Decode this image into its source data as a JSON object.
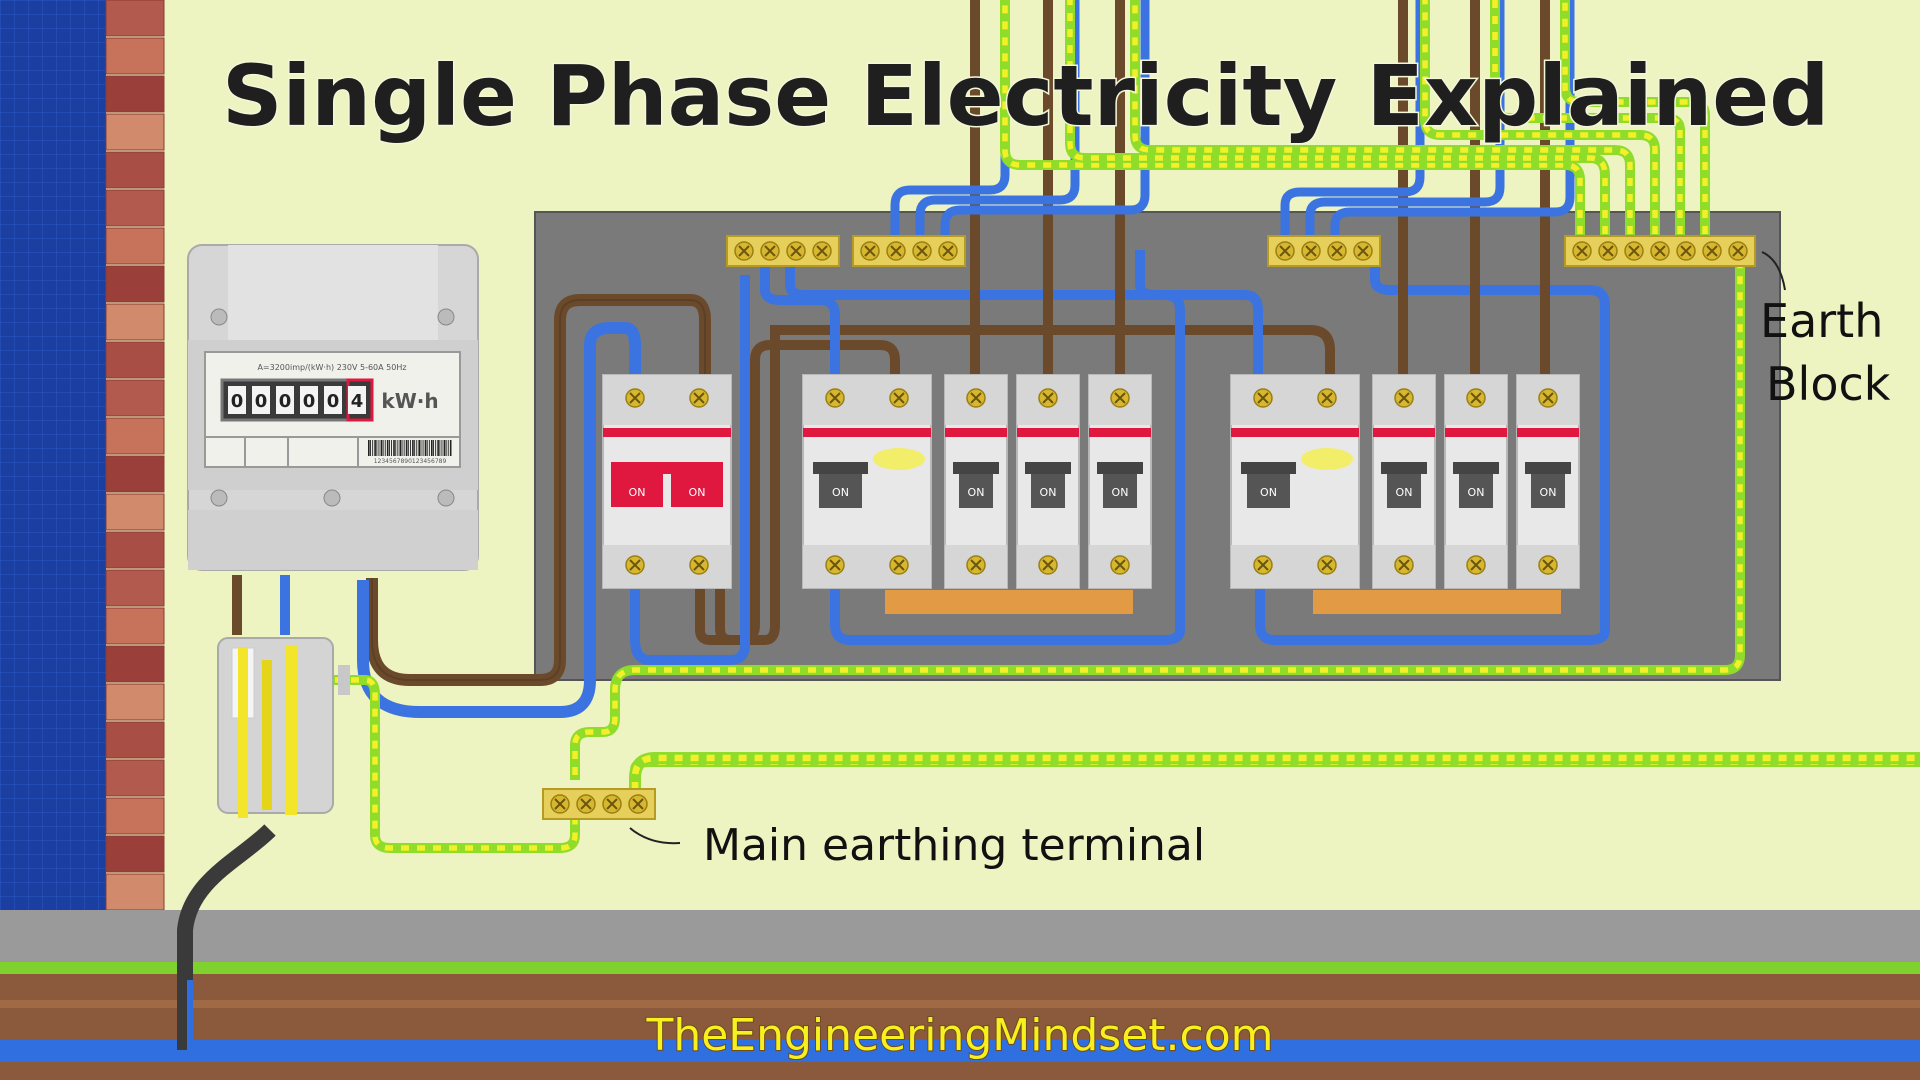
{
  "title": "Single Phase Electricity Explained",
  "labels": {
    "earth_block": [
      "Earth",
      "Block"
    ],
    "main_earthing_terminal": "Main earthing terminal"
  },
  "meter": {
    "header_text": "A=3200imp/(kW·h) 230V 5-60A 50Hz",
    "digits": [
      "0",
      "0",
      "0",
      "0",
      "0",
      "4"
    ],
    "unit": "kW·h",
    "barcode_number": "1234567890123456789"
  },
  "breakers": {
    "switch_label": "ON"
  },
  "website": "TheEngineeringMindset.com",
  "colors": {
    "background": "#eef3c2",
    "live": "#6b4a2b",
    "neutral": "#3b74e0",
    "earth_green": "#8fdc2a",
    "earth_yellow": "#f3f02a",
    "panel": "#7a7a7a",
    "terminal_bar": "#e6cf5a",
    "busbar": "#e29a45",
    "switch_red": "#e0173f",
    "website_text": "#f5f01e"
  }
}
